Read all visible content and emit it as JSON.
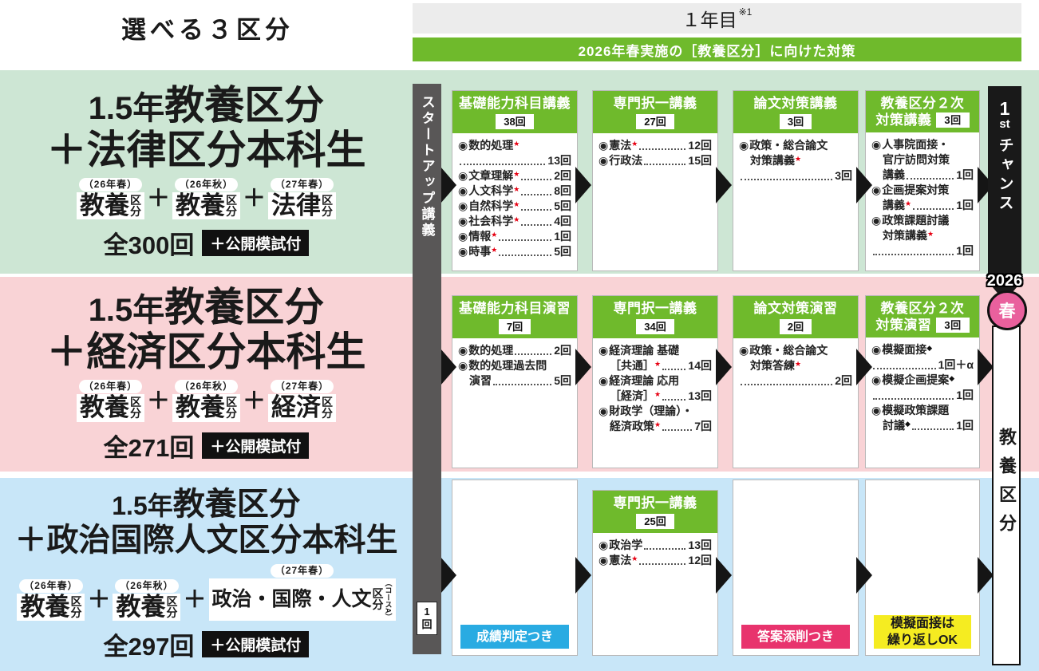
{
  "title": "選べる３区分",
  "header": {
    "year_label": "１年目",
    "year_note": "※1",
    "strip_label": "2026年春実施の［教養区分］に向けた対策"
  },
  "glyphs": {
    "bullet": "◉",
    "plus": "＋"
  },
  "startup_bar": {
    "label": "スタートアップ講義",
    "count_lines": [
      "1",
      "回"
    ]
  },
  "right_rail": {
    "chance_num": "1",
    "chance_suffix": "st",
    "chance_text": "チャンス",
    "year": "2026",
    "season": "春",
    "exam_label": "教養区分"
  },
  "colors": {
    "accent_green": "#6fba2c",
    "bar_gray": "#595757",
    "star_red": "#e60012",
    "season_pink": "#e9609d",
    "cyan_badge": "#29abe2",
    "magenta_badge": "#e8336d",
    "yellow_badge": "#f5ec21"
  },
  "tracks": [
    {
      "band_color": "#cde6d4",
      "title_lines": [
        "1.5年教養区分",
        "＋法律区分本科生"
      ],
      "formula": [
        {
          "period": "（26年春）",
          "name": "教養",
          "suffix": "区分",
          "note": ""
        },
        {
          "period": "（26年秋）",
          "name": "教養",
          "suffix": "区分",
          "note": ""
        },
        {
          "period": "（27年春）",
          "name": "法律",
          "suffix": "区分",
          "note": ""
        }
      ],
      "total": "全300回",
      "total_badge": "＋公開模試付",
      "boxes": [
        {
          "header_lines": [
            "基礎能力科目講義"
          ],
          "count": "38回",
          "count_inline": false,
          "items": [
            {
              "lines": [
                "数的処理"
              ],
              "mark": "★",
              "count": "13回",
              "count_own_line": true
            },
            {
              "lines": [
                "文章理解"
              ],
              "mark": "★",
              "count": "2回"
            },
            {
              "lines": [
                "人文科学"
              ],
              "mark": "★",
              "count": "8回"
            },
            {
              "lines": [
                "自然科学"
              ],
              "mark": "★",
              "count": "5回"
            },
            {
              "lines": [
                "社会科学"
              ],
              "mark": "★",
              "count": "4回"
            },
            {
              "lines": [
                "情報"
              ],
              "mark": "★",
              "count": "1回"
            },
            {
              "lines": [
                "時事"
              ],
              "mark": "★",
              "count": "5回"
            }
          ]
        },
        {
          "header_lines": [
            "専門択一講義"
          ],
          "count": "27回",
          "count_inline": false,
          "items": [
            {
              "lines": [
                "憲法"
              ],
              "mark": "★",
              "count": "12回"
            },
            {
              "lines": [
                "行政法"
              ],
              "mark": "",
              "count": "15回"
            }
          ]
        },
        {
          "header_lines": [
            "論文対策講義"
          ],
          "count": "3回",
          "count_inline": false,
          "items": [
            {
              "lines": [
                "政策・総合論文",
                "対策講義"
              ],
              "mark": "★",
              "count": "3回",
              "count_own_line": true
            }
          ]
        },
        {
          "header_lines": [
            "教養区分２次",
            "対策講義"
          ],
          "count": "3回",
          "count_inline": true,
          "items": [
            {
              "lines": [
                "人事院面接・",
                "官庁訪問対策",
                "講義"
              ],
              "mark": "",
              "count": "1回"
            },
            {
              "lines": [
                "企画提案対策",
                "講義"
              ],
              "mark": "★",
              "count": "1回"
            },
            {
              "lines": [
                "政策課題討議",
                "対策講義"
              ],
              "mark": "★",
              "count": "1回",
              "count_own_line": true
            }
          ]
        }
      ]
    },
    {
      "band_color": "#f9d3d6",
      "title_lines": [
        "1.5年教養区分",
        "＋経済区分本科生"
      ],
      "formula": [
        {
          "period": "（26年春）",
          "name": "教養",
          "suffix": "区分",
          "note": ""
        },
        {
          "period": "（26年秋）",
          "name": "教養",
          "suffix": "区分",
          "note": ""
        },
        {
          "period": "（27年春）",
          "name": "経済",
          "suffix": "区分",
          "note": ""
        }
      ],
      "total": "全271回",
      "total_badge": "＋公開模試付",
      "boxes": [
        {
          "header_lines": [
            "基礎能力科目演習"
          ],
          "count": "7回",
          "count_inline": false,
          "items": [
            {
              "lines": [
                "数的処理"
              ],
              "mark": "",
              "count": "2回"
            },
            {
              "lines": [
                "数的処理過去問",
                "演習"
              ],
              "mark": "",
              "count": "5回"
            }
          ]
        },
        {
          "header_lines": [
            "専門択一講義"
          ],
          "count": "34回",
          "count_inline": false,
          "items": [
            {
              "lines": [
                "経済理論 基礎",
                "［共通］"
              ],
              "mark": "★",
              "count": "14回"
            },
            {
              "lines": [
                "経済理論 応用",
                "［経済］"
              ],
              "mark": "★",
              "count": "13回"
            },
            {
              "lines": [
                "財政学（理論）・",
                "経済政策"
              ],
              "mark": "★",
              "count": "7回"
            }
          ]
        },
        {
          "header_lines": [
            "論文対策演習"
          ],
          "count": "2回",
          "count_inline": false,
          "items": [
            {
              "lines": [
                "政策・総合論文",
                "対策答練"
              ],
              "mark": "★",
              "count": "2回",
              "count_own_line": true
            }
          ]
        },
        {
          "header_lines": [
            "教養区分２次",
            "対策演習"
          ],
          "count": "3回",
          "count_inline": true,
          "items": [
            {
              "lines": [
                "模擬面接"
              ],
              "mark": "◆",
              "count": "1回＋α",
              "count_own_line": true
            },
            {
              "lines": [
                "模擬企画提案"
              ],
              "mark": "◆",
              "count": "1回",
              "count_own_line": true
            },
            {
              "lines": [
                "模擬政策課題",
                "討議"
              ],
              "mark": "◆",
              "count": "1回"
            }
          ]
        }
      ]
    },
    {
      "band_color": "#c8e6f8",
      "title_lines": [
        "1.5年教養区分",
        "＋政治国際人文区分本科生"
      ],
      "formula": [
        {
          "period": "（26年春）",
          "name": "教養",
          "suffix": "区分",
          "note": ""
        },
        {
          "period": "（26年秋）",
          "name": "教養",
          "suffix": "区分",
          "note": ""
        },
        {
          "period": "（27年春）",
          "name": "政治・国際・人文",
          "suffix": "区分",
          "note": "（コースA）"
        }
      ],
      "total": "全297回",
      "total_badge": "＋公開模試付",
      "boxes": [
        {
          "header_lines": null,
          "items": [],
          "footer_badge": {
            "lines": [
              "成績判定つき"
            ],
            "bg": "#29abe2",
            "fg": "#ffffff"
          }
        },
        {
          "header_lines": [
            "専門択一講義"
          ],
          "count": "25回",
          "count_inline": false,
          "items": [
            {
              "lines": [
                "政治学"
              ],
              "mark": "",
              "count": "13回"
            },
            {
              "lines": [
                "憲法"
              ],
              "mark": "★",
              "count": "12回"
            }
          ]
        },
        {
          "header_lines": null,
          "items": [],
          "footer_badge": {
            "lines": [
              "答案添削つき"
            ],
            "bg": "#e8336d",
            "fg": "#ffffff"
          }
        },
        {
          "header_lines": null,
          "items": [],
          "footer_badge": {
            "lines": [
              "模擬面接は",
              "繰り返しOK"
            ],
            "bg": "#f5ec21",
            "fg": "#1a1a1a"
          }
        }
      ]
    }
  ]
}
